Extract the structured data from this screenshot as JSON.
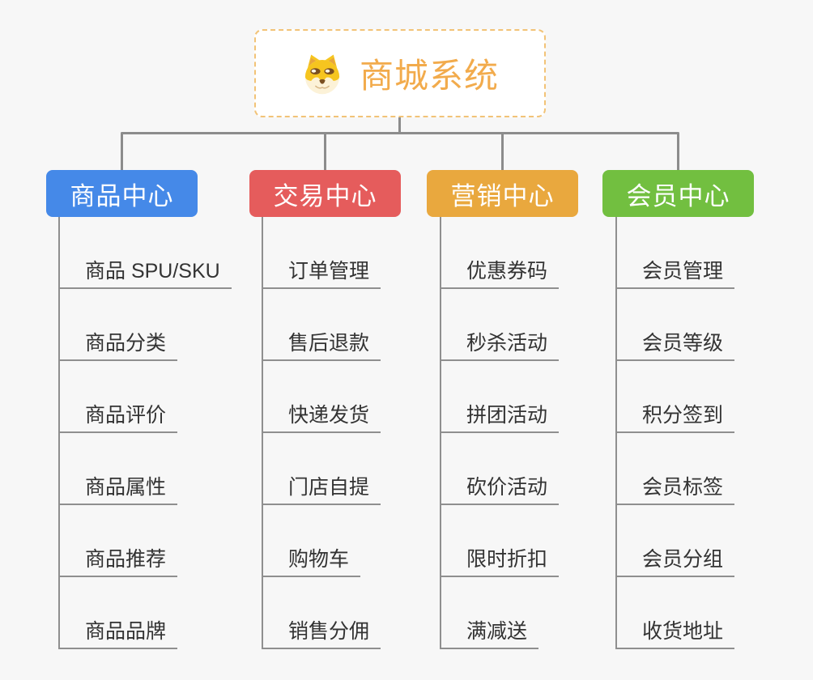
{
  "root": {
    "title": "商城系统",
    "icon": "doge-face-icon",
    "title_color": "#f2ab4c",
    "border_color": "#f2c377"
  },
  "line_color": "#8c8c8c",
  "branches": [
    {
      "label": "商品中心",
      "color": "#4589e8",
      "items": [
        "商品 SPU/SKU",
        "商品分类",
        "商品评价",
        "商品属性",
        "商品推荐",
        "商品品牌"
      ]
    },
    {
      "label": "交易中心",
      "color": "#e55c5c",
      "items": [
        "订单管理",
        "售后退款",
        "快递发货",
        "门店自提",
        "购物车",
        "销售分佣"
      ]
    },
    {
      "label": "营销中心",
      "color": "#e9a83e",
      "items": [
        "优惠券码",
        "秒杀活动",
        "拼团活动",
        "砍价活动",
        "限时折扣",
        "满减送"
      ]
    },
    {
      "label": "会员中心",
      "color": "#72bf40",
      "items": [
        "会员管理",
        "会员等级",
        "积分签到",
        "会员标签",
        "会员分组",
        "收货地址"
      ]
    }
  ]
}
